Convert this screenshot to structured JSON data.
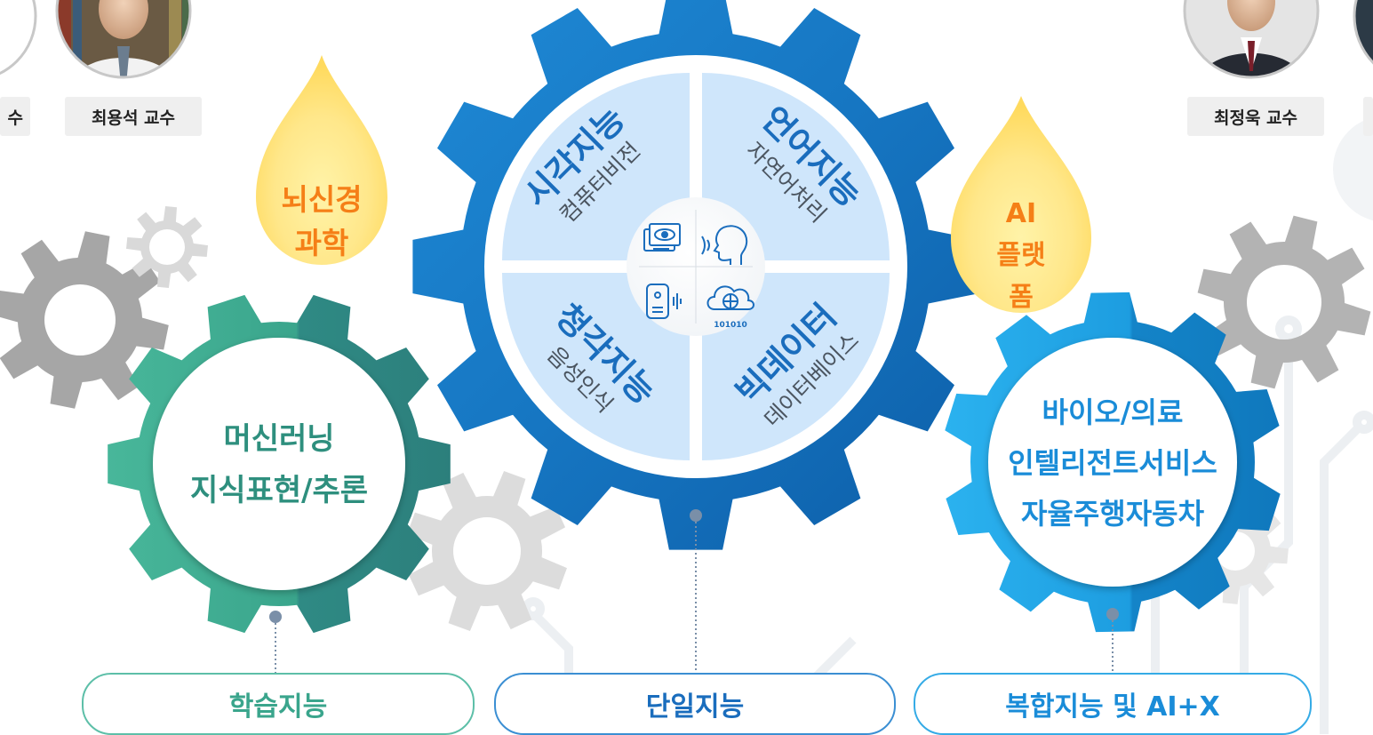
{
  "professors": [
    {
      "name": "수"
    },
    {
      "name": "최용석 교수"
    },
    {
      "name": "최정욱 교수"
    }
  ],
  "drops": {
    "left": {
      "lines": [
        "뇌신경",
        "과학"
      ]
    },
    "right": {
      "lines": [
        "AI",
        "플랫",
        "폼"
      ]
    }
  },
  "center_gear": {
    "quadrants": [
      {
        "title": "시각지능",
        "subtitle": "컴퓨터비전"
      },
      {
        "title": "언어지능",
        "subtitle": "자연어처리"
      },
      {
        "title": "청각지능",
        "subtitle": "음성인식"
      },
      {
        "title": "빅데이터",
        "subtitle": "데이터베이스"
      }
    ],
    "icons": [
      "eye-screen-icon",
      "speaking-head-icon",
      "speaker-icon",
      "cloud-globe-icon"
    ],
    "icon_caption": "101010"
  },
  "left_gear": {
    "lines": [
      "머신러닝",
      "지식표현/추론"
    ]
  },
  "right_gear": {
    "lines": [
      "바이오/의료",
      "인텔리전트서비스",
      "자율주행자동차"
    ]
  },
  "categories": [
    "학습지능",
    "단일지능",
    "복합지능 및 AI+X"
  ],
  "colors": {
    "center_gear": "#1a7bc6",
    "left_gear": "#3aa58c",
    "right_gear": "#22a3e3",
    "drop_text": "#f57f17",
    "gray_gear": "#b5b5b5",
    "quadrant_fill": "#cfe6fb"
  }
}
